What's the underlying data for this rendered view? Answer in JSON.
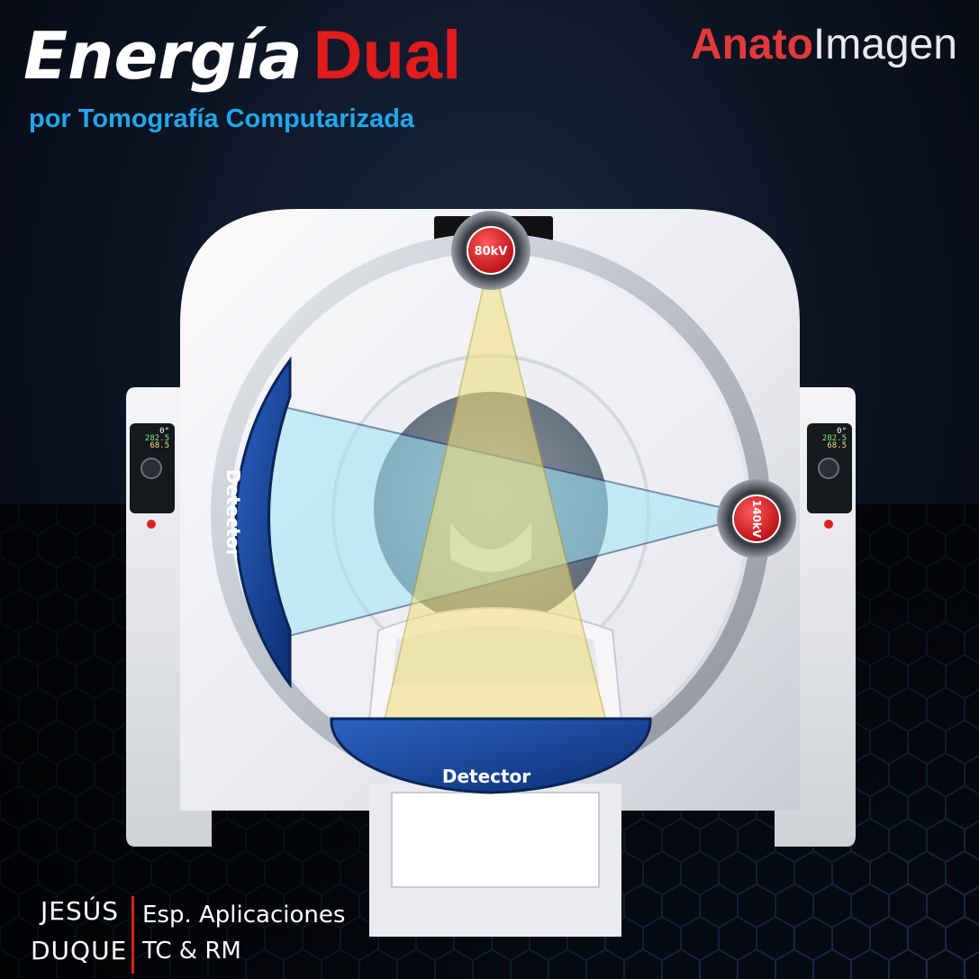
{
  "title": {
    "part1": "Energía",
    "part2": "Dual"
  },
  "subtitle": "por Tomografía Computarizada",
  "brand": {
    "part1": "Anato",
    "part2": "Imagen"
  },
  "tubes": [
    {
      "label": "80kV"
    },
    {
      "label": "140kV"
    }
  ],
  "detectors": [
    {
      "label": "Detector"
    },
    {
      "label": "Detector"
    }
  ],
  "side_display": {
    "angle": "0°",
    "value_top": "282.5",
    "value_bottom": "68.5"
  },
  "author": {
    "first_name": "JESÚS",
    "last_name": "DUQUE",
    "role_line1": "Esp. Aplicaciones",
    "role_line2": "TC & RM"
  },
  "colors": {
    "title_red": "#e21b1b",
    "subtitle_blue": "#22a7ee",
    "detector_blue": "#123f8f",
    "tube_red": "#e3141c",
    "beam_yellow": "#f3e07a",
    "beam_cyan": "#9fe4f5"
  }
}
